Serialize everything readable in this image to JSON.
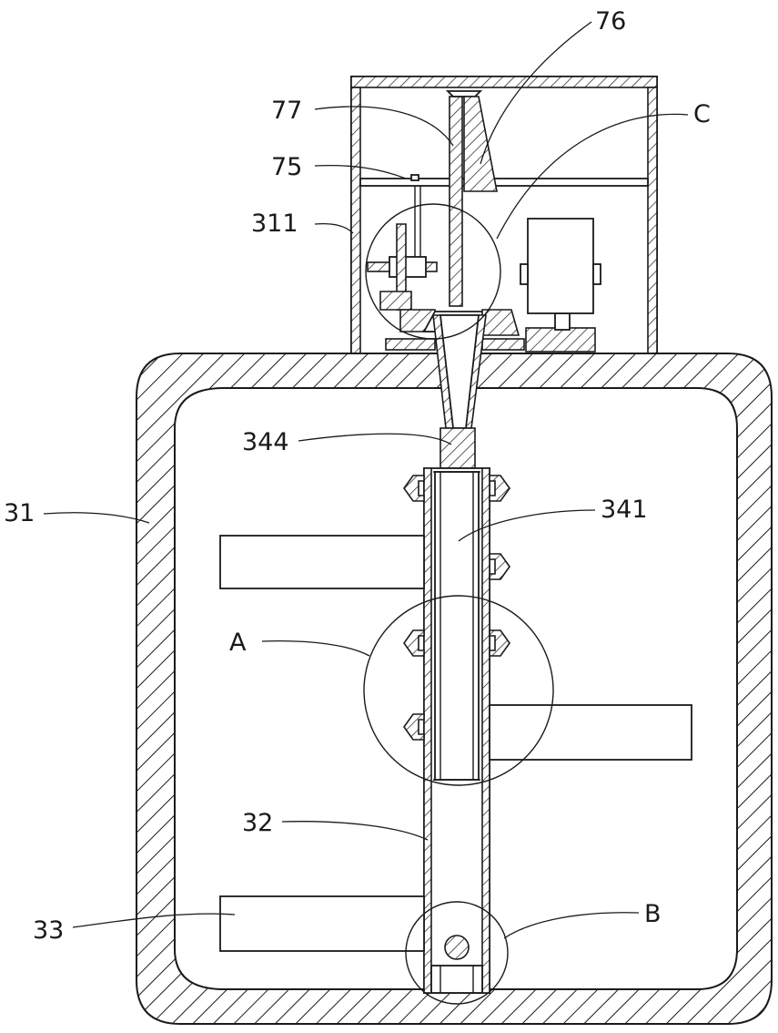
{
  "labels": {
    "n76": "76",
    "n77": "77",
    "nC": "C",
    "n75": "75",
    "n311": "311",
    "n344": "344",
    "n31": "31",
    "n341": "341",
    "nA": "A",
    "n32": "32",
    "n33": "33",
    "nB": "B"
  }
}
